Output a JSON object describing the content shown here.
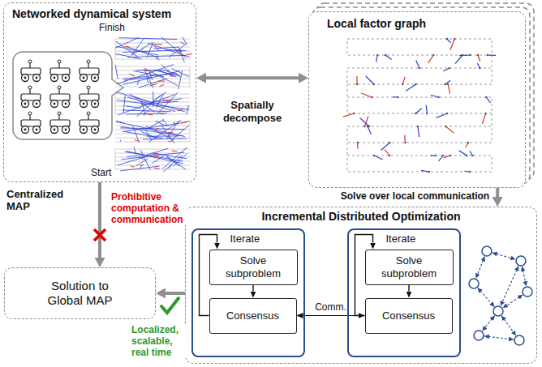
{
  "diagram": {
    "nodes": [
      {
        "text": [
          "Networked dynamical system"
        ]
      },
      {
        "text": [
          "Local factor graph"
        ]
      },
      {
        "text": [
          "Solution to Global MAP"
        ]
      },
      {
        "text": [
          "Incremental Distributed Optimization"
        ]
      },
      {
        "text": [
          "Iterate"
        ],
        "in": 3
      },
      {
        "text": [
          "Solve subproblem"
        ],
        "in": 4
      },
      {
        "text": [
          "Consensus"
        ],
        "in": 4
      },
      {
        "text": [
          "Iterate"
        ],
        "in": 3
      },
      {
        "text": [
          "Solve subproblem"
        ],
        "in": 7
      },
      {
        "text": [
          "Consensus"
        ],
        "in": 7
      }
    ],
    "edges": [
      {
        "from": 0,
        "to": 1,
        "arrow": "both",
        "label": "Spatially decompose"
      },
      {
        "from": 0,
        "to": 2,
        "arrow": "to",
        "label": "Centralized MAP"
      },
      {
        "from": 1,
        "to": 3,
        "arrow": "to",
        "label": "Solve over local communication"
      },
      {
        "from": 3,
        "to": 2,
        "arrow": "to"
      },
      {
        "from": 5,
        "to": 6,
        "arrow": "to"
      },
      {
        "from": 6,
        "to": 5,
        "arrow": "to"
      },
      {
        "from": 8,
        "to": 9,
        "arrow": "to"
      },
      {
        "from": 9,
        "to": 8,
        "arrow": "to"
      },
      {
        "from": 6,
        "to": 9,
        "arrow": "both",
        "label": "Comm."
      }
    ],
    "labels": [
      "Finish",
      "Start",
      "Prohibitive computation & communication",
      "Localized, scalable, real time"
    ]
  }
}
